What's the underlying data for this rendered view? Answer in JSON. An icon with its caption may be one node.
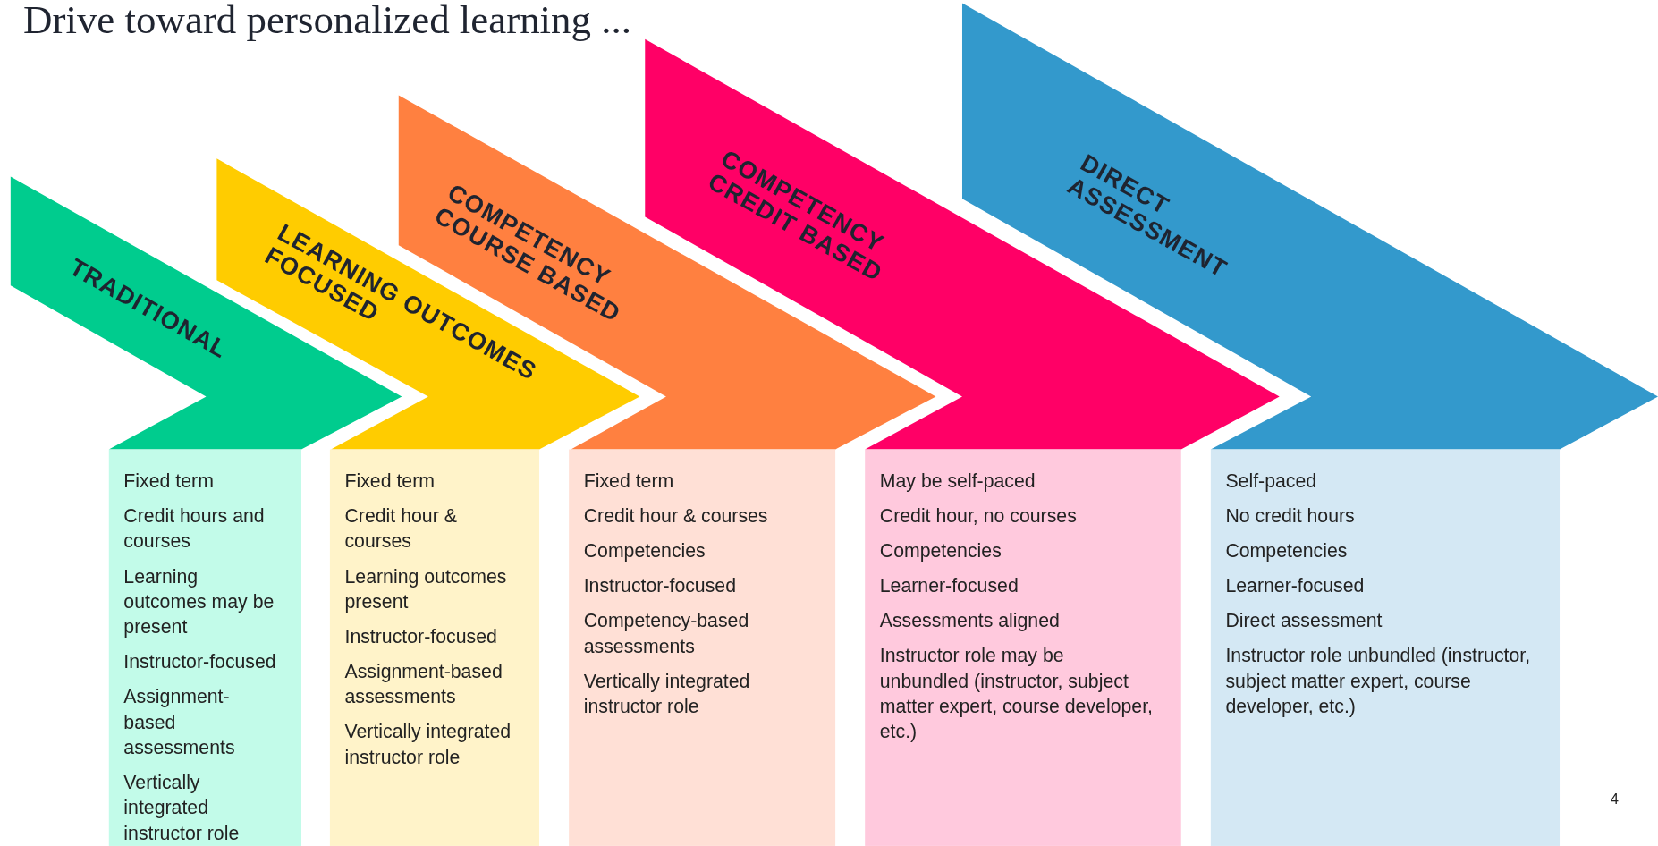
{
  "diagram": {
    "title": "Drive toward personalized learning ...",
    "nodes": [
      {
        "text": [
          "TRADITIONAL"
        ]
      },
      {
        "text": [
          "LEARNING OUTCOMES FOCUSED"
        ]
      },
      {
        "text": [
          "COMPETENCY COURSE BASED"
        ]
      },
      {
        "text": [
          "COMPETENCY CREDIT BASED"
        ]
      },
      {
        "text": [
          "DIRECT ASSESSMENT"
        ]
      },
      {
        "text": [
          "Fixed term",
          "Credit hours and courses",
          "Learning outcomes may be present",
          "Instructor-focused",
          "Assignment-based assessments",
          "Vertically integrated instructor role"
        ]
      },
      {
        "text": [
          "Fixed term",
          "Credit hour & courses",
          "Learning outcomes present",
          "Instructor-focused",
          "Assignment-based assessments",
          "Vertically integrated instructor role"
        ]
      },
      {
        "text": [
          "Fixed term",
          "Credit hour & courses",
          "Competencies",
          "Instructor-focused",
          "Competency-based assessments",
          "Vertically integrated instructor role"
        ]
      },
      {
        "text": [
          "May be self-paced",
          "Credit hour, no courses",
          "Competencies",
          "Learner-focused",
          "Assessments aligned",
          "Instructor role may be unbundled (instructor, subject matter expert, course developer, etc.)"
        ]
      },
      {
        "text": [
          "Self-paced",
          "No credit hours",
          "Competencies",
          "Learner-focused",
          "Direct assessment",
          "Instructor role unbundled (instructor, subject matter expert, course developer, etc.)"
        ]
      }
    ],
    "labels": [
      "4"
    ]
  }
}
